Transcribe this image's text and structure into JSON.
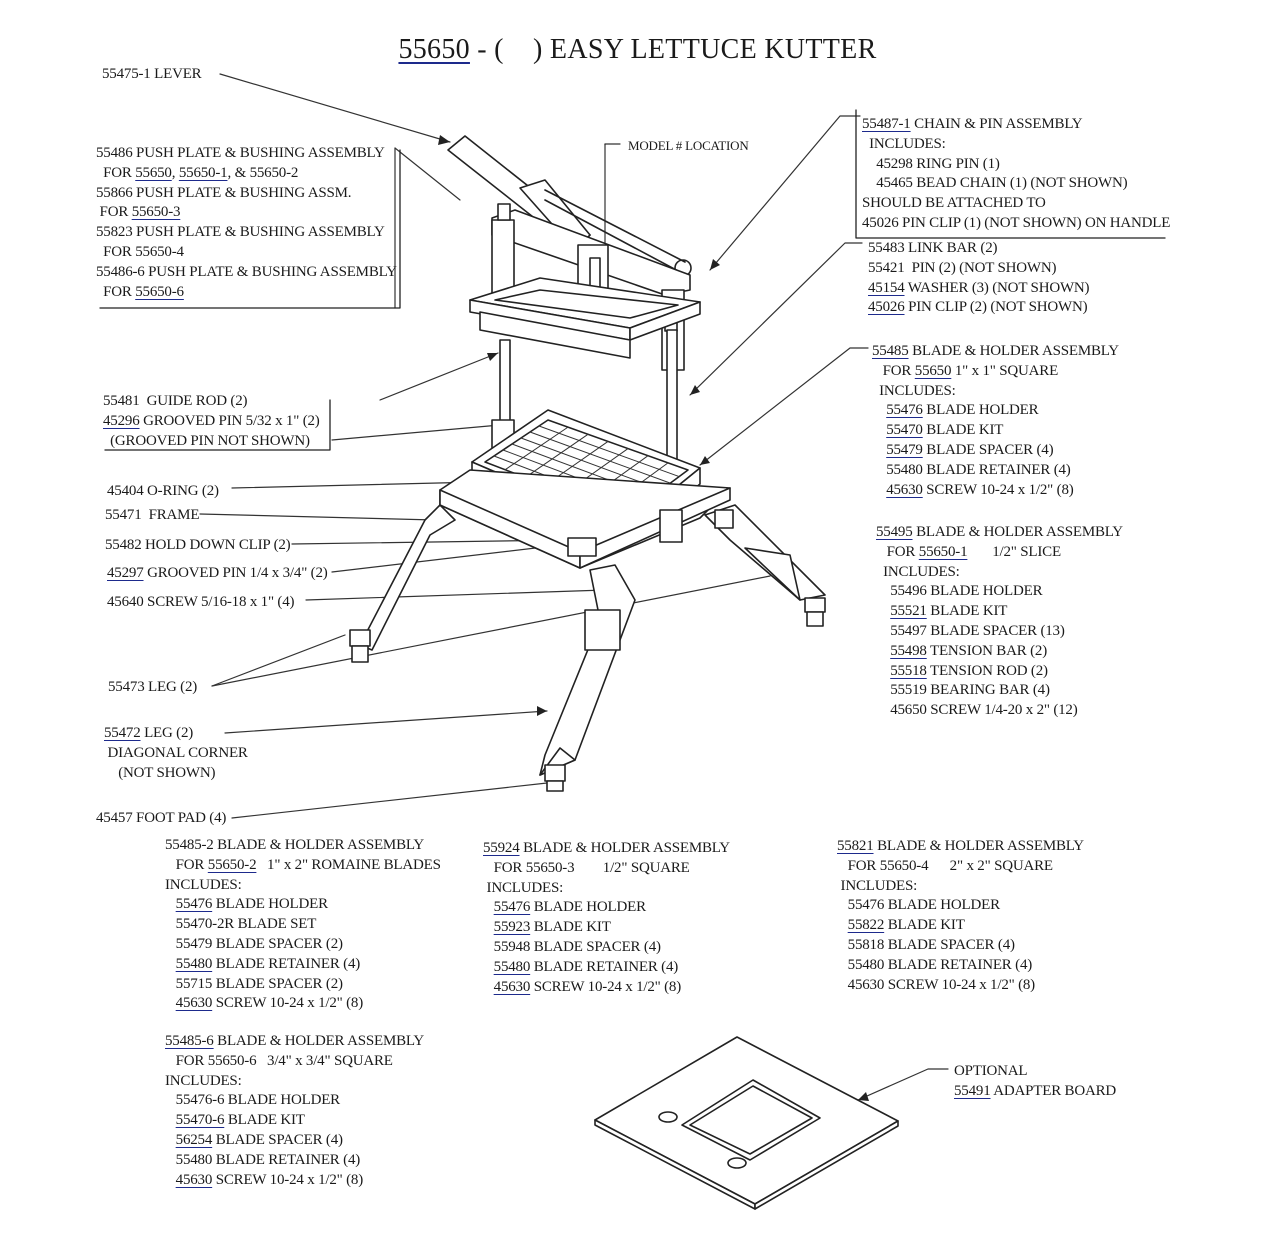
{
  "title": {
    "part_number": "55650",
    "rest": " - (    ) EASY LETTUCE KUTTER"
  },
  "callouts": {
    "lever": "55475-1 LEVER",
    "model_location": "MODEL # LOCATION",
    "push_plate": [
      {
        "pre": "55486 PUSH PLATE & BUSHING ASSEMBLY",
        "u": "",
        "post": ""
      },
      {
        "pre": "  FOR ",
        "u": "55650",
        "post": ", ",
        "u2": "55650-1",
        "post2": ", & 55650-2"
      },
      {
        "pre": "55866 PUSH PLATE & BUSHING ASSM.",
        "u": "",
        "post": ""
      },
      {
        "pre": " FOR ",
        "u": "55650-3",
        "post": ""
      },
      {
        "pre": "55823 PUSH PLATE & BUSHING ASSEMBLY",
        "u": "",
        "post": ""
      },
      {
        "pre": "  FOR 55650-4",
        "u": "",
        "post": ""
      },
      {
        "pre": "55486-6 PUSH PLATE & BUSHING ASSEMBLY",
        "u": "",
        "post": ""
      },
      {
        "pre": "  FOR ",
        "u": "55650-6",
        "post": ""
      }
    ],
    "chain_pin": [
      {
        "u": "55487-1",
        "post": " CHAIN & PIN ASSEMBLY"
      },
      {
        "u": "",
        "post": "  INCLUDES:"
      },
      {
        "u": "",
        "post": "    45298 RING PIN (1)"
      },
      {
        "u": "",
        "post": "    45465 BEAD CHAIN (1) (NOT SHOWN)"
      },
      {
        "u": "",
        "post": "SHOULD BE ATTACHED TO"
      },
      {
        "u": "",
        "post": "45026 PIN CLIP (1) (NOT SHOWN) ON HANDLE"
      }
    ],
    "link_bar": [
      {
        "u": "",
        "post": "55483 LINK BAR (2)"
      },
      {
        "u": "",
        "post": "55421  PIN (2) (NOT SHOWN)"
      },
      {
        "u": "45154",
        "post": " WASHER (3) (NOT SHOWN)"
      },
      {
        "u": "45026",
        "post": " PIN CLIP (2) (NOT SHOWN)"
      }
    ],
    "blade_55485": [
      {
        "pre": "",
        "u": "55485",
        "post": " BLADE & HOLDER ASSEMBLY"
      },
      {
        "pre": "   FOR ",
        "u": "55650",
        "post": " 1\" x 1\" SQUARE"
      },
      {
        "pre": "  INCLUDES:",
        "u": "",
        "post": ""
      },
      {
        "pre": "    ",
        "u": "55476",
        "post": " BLADE HOLDER"
      },
      {
        "pre": "    ",
        "u": "55470",
        "post": " BLADE KIT"
      },
      {
        "pre": "    ",
        "u": "55479",
        "post": " BLADE SPACER (4)"
      },
      {
        "pre": "    55480 BLADE RETAINER (4)",
        "u": "",
        "post": ""
      },
      {
        "pre": "    ",
        "u": "45630",
        "post": " SCREW 10-24 x 1/2\" (8)"
      }
    ],
    "blade_55495": [
      {
        "pre": "",
        "u": "55495",
        "post": " BLADE & HOLDER ASSEMBLY"
      },
      {
        "pre": "   FOR ",
        "u": "55650-1",
        "post": "       1/2\" SLICE"
      },
      {
        "pre": "  INCLUDES:",
        "u": "",
        "post": ""
      },
      {
        "pre": "    55496 BLADE HOLDER",
        "u": "",
        "post": ""
      },
      {
        "pre": "    ",
        "u": "55521",
        "post": " BLADE KIT"
      },
      {
        "pre": "    55497 BLADE SPACER (13)",
        "u": "",
        "post": ""
      },
      {
        "pre": "    ",
        "u": "55498",
        "post": " TENSION BAR (2)"
      },
      {
        "pre": "    ",
        "u": "55518",
        "post": " TENSION ROD (2)"
      },
      {
        "pre": "    55519 BEARING BAR (4)",
        "u": "",
        "post": ""
      },
      {
        "pre": "    45650 SCREW 1/4-20 x 2\" (12)",
        "u": "",
        "post": ""
      }
    ],
    "guide_rod": [
      {
        "u": "",
        "post": "55481  GUIDE ROD (2)"
      },
      {
        "u": "45296",
        "post": " GROOVED PIN 5/32 x 1\" (2)"
      },
      {
        "u": "",
        "post": "  (GROOVED PIN NOT SHOWN)"
      }
    ],
    "o_ring": "45404 O-RING (2)",
    "frame": "55471  FRAME",
    "hold_down_clip": "55482 HOLD DOWN CLIP (2)",
    "grooved_pin": {
      "u": "45297",
      "post": " GROOVED PIN 1/4 x 3/4\" (2)"
    },
    "screw": "45640 SCREW 5/16-18 x 1\" (4)",
    "leg": "55473 LEG (2)",
    "diag_leg": [
      {
        "u": "55472",
        "post": " LEG (2)"
      },
      {
        "u": "",
        "post": " DIAGONAL CORNER"
      },
      {
        "u": "",
        "post": "    (NOT SHOWN)"
      }
    ],
    "foot_pad": "45457 FOOT PAD (4)"
  },
  "assemblies": {
    "blade_55485_2": [
      {
        "pre": "55485-2 BLADE & HOLDER ASSEMBLY",
        "u": "",
        "post": ""
      },
      {
        "pre": "   FOR ",
        "u": "55650-2",
        "post": "   1\" x 2\" ROMAINE BLADES"
      },
      {
        "pre": "INCLUDES:",
        "u": "",
        "post": ""
      },
      {
        "pre": "   ",
        "u": "55476",
        "post": " BLADE HOLDER"
      },
      {
        "pre": "   55470-2R BLADE SET",
        "u": "",
        "post": ""
      },
      {
        "pre": "   55479 BLADE SPACER (2)",
        "u": "",
        "post": ""
      },
      {
        "pre": "   ",
        "u": "55480",
        "post": " BLADE RETAINER (4)"
      },
      {
        "pre": "   55715 BLADE SPACER (2)",
        "u": "",
        "post": ""
      },
      {
        "pre": "   ",
        "u": "45630",
        "post": " SCREW 10-24 x 1/2\" (8)"
      }
    ],
    "blade_55924": [
      {
        "pre": "",
        "u": "55924",
        "post": " BLADE & HOLDER ASSEMBLY"
      },
      {
        "pre": "   FOR 55650-3        1/2\" SQUARE",
        "u": "",
        "post": ""
      },
      {
        "pre": " INCLUDES:",
        "u": "",
        "post": ""
      },
      {
        "pre": "   ",
        "u": "55476",
        "post": " BLADE HOLDER"
      },
      {
        "pre": "   ",
        "u": "55923",
        "post": " BLADE KIT"
      },
      {
        "pre": "   55948 BLADE SPACER (4)",
        "u": "",
        "post": ""
      },
      {
        "pre": "   ",
        "u": "55480",
        "post": " BLADE RETAINER (4)"
      },
      {
        "pre": "   ",
        "u": "45630",
        "post": " SCREW 10-24 x 1/2\" (8)"
      }
    ],
    "blade_55821": [
      {
        "pre": "",
        "u": "55821",
        "post": " BLADE & HOLDER ASSEMBLY"
      },
      {
        "pre": "   FOR 55650-4      2\" x 2\" SQUARE",
        "u": "",
        "post": ""
      },
      {
        "pre": " INCLUDES:",
        "u": "",
        "post": ""
      },
      {
        "pre": "   55476 BLADE HOLDER",
        "u": "",
        "post": ""
      },
      {
        "pre": "   ",
        "u": "55822",
        "post": " BLADE KIT"
      },
      {
        "pre": "   55818 BLADE SPACER (4)",
        "u": "",
        "post": ""
      },
      {
        "pre": "   55480 BLADE RETAINER (4)",
        "u": "",
        "post": ""
      },
      {
        "pre": "   45630 SCREW 10-24 x 1/2\" (8)",
        "u": "",
        "post": ""
      }
    ],
    "blade_55485_6": [
      {
        "pre": "",
        "u": "55485-6",
        "post": " BLADE & HOLDER ASSEMBLY"
      },
      {
        "pre": "   FOR 55650-6   3/4\" x 3/4\" SQUARE",
        "u": "",
        "post": ""
      },
      {
        "pre": "INCLUDES:",
        "u": "",
        "post": ""
      },
      {
        "pre": "   55476-6 BLADE HOLDER",
        "u": "",
        "post": ""
      },
      {
        "pre": "   ",
        "u": "55470-6",
        "post": " BLADE KIT"
      },
      {
        "pre": "   ",
        "u": "56254",
        "post": " BLADE SPACER (4)"
      },
      {
        "pre": "   55480 BLADE RETAINER (4)",
        "u": "",
        "post": ""
      },
      {
        "pre": "   ",
        "u": "45630",
        "post": " SCREW 10-24 x 1/2\" (8)"
      }
    ],
    "adapter_board": [
      {
        "u": "",
        "post": "OPTIONAL"
      },
      {
        "u": "55491",
        "post": " ADAPTER BOARD"
      }
    ]
  }
}
